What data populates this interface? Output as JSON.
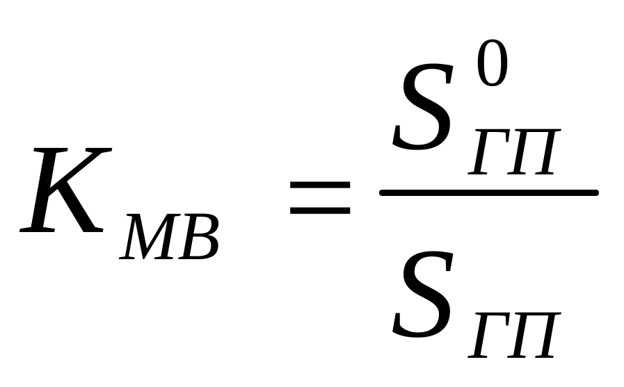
{
  "formula": {
    "lhs": {
      "symbol": "K",
      "subscript": "МВ"
    },
    "operator": "=",
    "numerator": {
      "symbol": "S",
      "superscript": "0",
      "subscript": "ГП"
    },
    "denominator": {
      "symbol": "S",
      "subscript": "ГП"
    }
  }
}
